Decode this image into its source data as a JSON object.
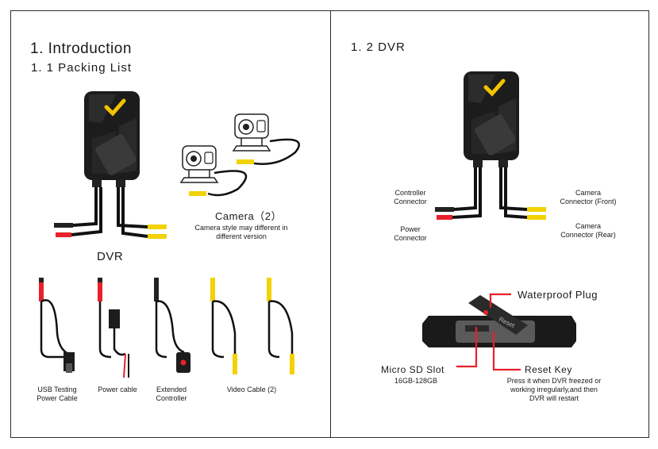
{
  "left": {
    "title": "1. Introduction",
    "subtitle": "1. 1  Packing List",
    "dvr_label": "DVR",
    "camera_label": "Camera（2）",
    "camera_note_1": "Camera style may different in",
    "camera_note_2": "different version",
    "accessories": [
      {
        "line1": "USB Testing",
        "line2": "Power Cable"
      },
      {
        "line1": "Power cable",
        "line2": ""
      },
      {
        "line1": "Extended",
        "line2": "Controller"
      },
      {
        "line1": "Video Cable (2)",
        "line2": ""
      }
    ]
  },
  "right": {
    "title": "1. 2  DVR",
    "controller_connector": [
      "Controller",
      "Connector"
    ],
    "power_connector": [
      "Power",
      "Connector"
    ],
    "camera_front": [
      "Camera",
      "Connector (Front)"
    ],
    "camera_rear": [
      "Camera",
      "Connector (Rear)"
    ],
    "waterproof_plug": "Waterproof Plug",
    "micro_sd": "Micro SD Slot",
    "sd_capacity": "16GB-128GB",
    "reset_key": "Reset Key",
    "reset_note": [
      "Press it when DVR freezed or",
      "working irregularly,and then",
      "DVR will restart"
    ],
    "device_stamp": "Reset"
  },
  "colors": {
    "accent_red": "#e8202a",
    "accent_yellow": "#f2d200",
    "body_dark": "#1c1c1c"
  }
}
